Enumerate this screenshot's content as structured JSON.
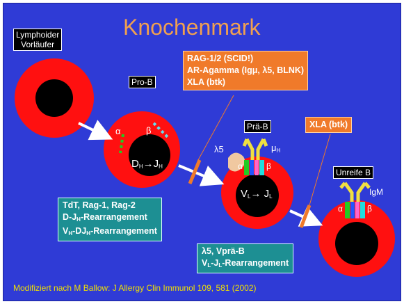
{
  "title": "Knochenmark",
  "labels": {
    "lymphoid_line1": "Lymphoider",
    "lymphoid_line2": "Vorläufer",
    "pro_b": "Pro-B",
    "prae_b": "Prä-B",
    "unreife_b": "Unreife B"
  },
  "orange_box_1": {
    "line1": "RAG-1/2 (SCID!)",
    "line2": "AR-Agamma (Igμ, λ5, BLNK)",
    "line3": "XLA (btk)"
  },
  "orange_box_2": {
    "line1": "XLA (btk)"
  },
  "teal_box_1": {
    "line1": "TdT, Rag-1, Rag-2",
    "line2_a": "D-J",
    "line2_sub": "H",
    "line2_b": "-Rearrangement",
    "line3_a": "V",
    "line3_sub1": "H",
    "line3_b": "-DJ",
    "line3_sub2": "H",
    "line3_c": "-Rearrangement"
  },
  "teal_box_2": {
    "line1": "λ5, Vprä-B",
    "line2_a": "V",
    "line2_sub1": "L",
    "line2_b": "-J",
    "line2_sub2": "L",
    "line2_c": "-Rearrangement"
  },
  "cell_labels": {
    "pro_nucleus_a": "D",
    "pro_nucleus_sub1": "H",
    "pro_nucleus_arrow": "→J",
    "pro_nucleus_sub2": "H",
    "prae_nucleus_a": "V",
    "prae_nucleus_sub1": "L",
    "prae_nucleus_arrow": "→ J",
    "prae_nucleus_sub2": "L",
    "alpha": "α",
    "beta": "β",
    "lambda5": "λ5",
    "mu": "μ",
    "mu_sub": "H",
    "igm": "IgM"
  },
  "footer": "Modifiziert nach M Ballow: J Allergy Clin Immunol 109, 581 (2002)",
  "colors": {
    "background": "#2f3bd6",
    "title": "#f0a050",
    "cell_red": "#ff1010",
    "nucleus": "#000000",
    "orange_box": "#f07a2a",
    "teal_box": "#1d8f93",
    "footer_text": "#f0e000",
    "arrow": "#ffffff"
  }
}
